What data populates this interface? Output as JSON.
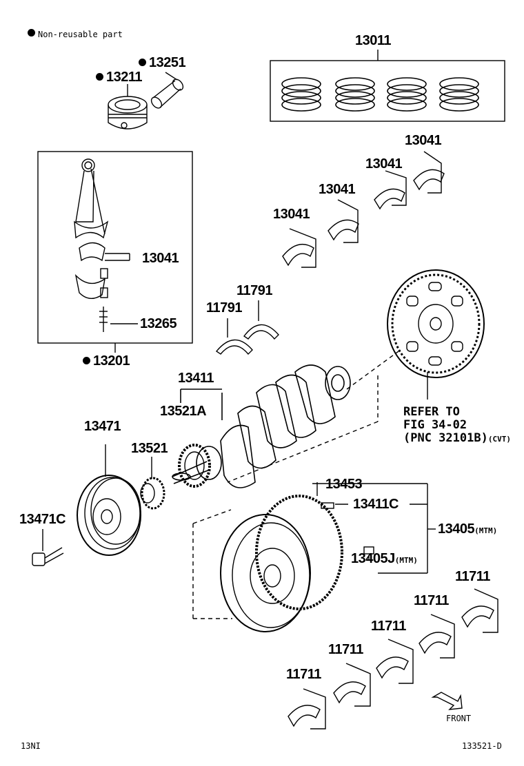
{
  "legend": {
    "text": "Non-reusable part"
  },
  "parts": {
    "p13011": "13011",
    "p13251": "13251",
    "p13211": "13211",
    "p13041_a": "13041",
    "p13041_b": "13041",
    "p13041_c": "13041",
    "p13041_d": "13041",
    "p13041_rod": "13041",
    "p13265": "13265",
    "p13201": "13201",
    "p11791_a": "11791",
    "p11791_b": "11791",
    "p13411": "13411",
    "p13521A": "13521A",
    "p13471": "13471",
    "p13521": "13521",
    "p13471C": "13471C",
    "p13453": "13453",
    "p13411C": "13411C",
    "p13405": "13405",
    "p13405_suffix": "(MTM)",
    "p13405J": "13405J",
    "p13405J_suffix": "(MTM)",
    "p11711_a": "11711",
    "p11711_b": "11711",
    "p11711_c": "11711",
    "p11711_d": "11711",
    "p11711_e": "11711"
  },
  "refer": {
    "line1": "REFER TO",
    "line2": "FIG 34-02",
    "line3": "(PNC 32101B)",
    "line3_suffix": "(CVT)"
  },
  "front_label": "FRONT",
  "footer": {
    "left": "13NI",
    "right": "133521-D"
  },
  "icons": [
    "filled-dot-icon",
    "front-arrow-icon"
  ],
  "colors": {
    "ink": "#000000",
    "paper": "#ffffff"
  }
}
